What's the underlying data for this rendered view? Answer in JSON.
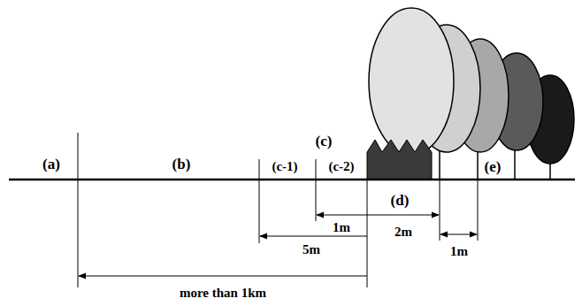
{
  "diagram": {
    "labels": [
      "(a)",
      "(b)",
      "(c)",
      "(c-1)",
      "(c-2)",
      "(d)",
      "(e)",
      "1m",
      "5m",
      "2m",
      "1m",
      "more than 1km"
    ]
  }
}
